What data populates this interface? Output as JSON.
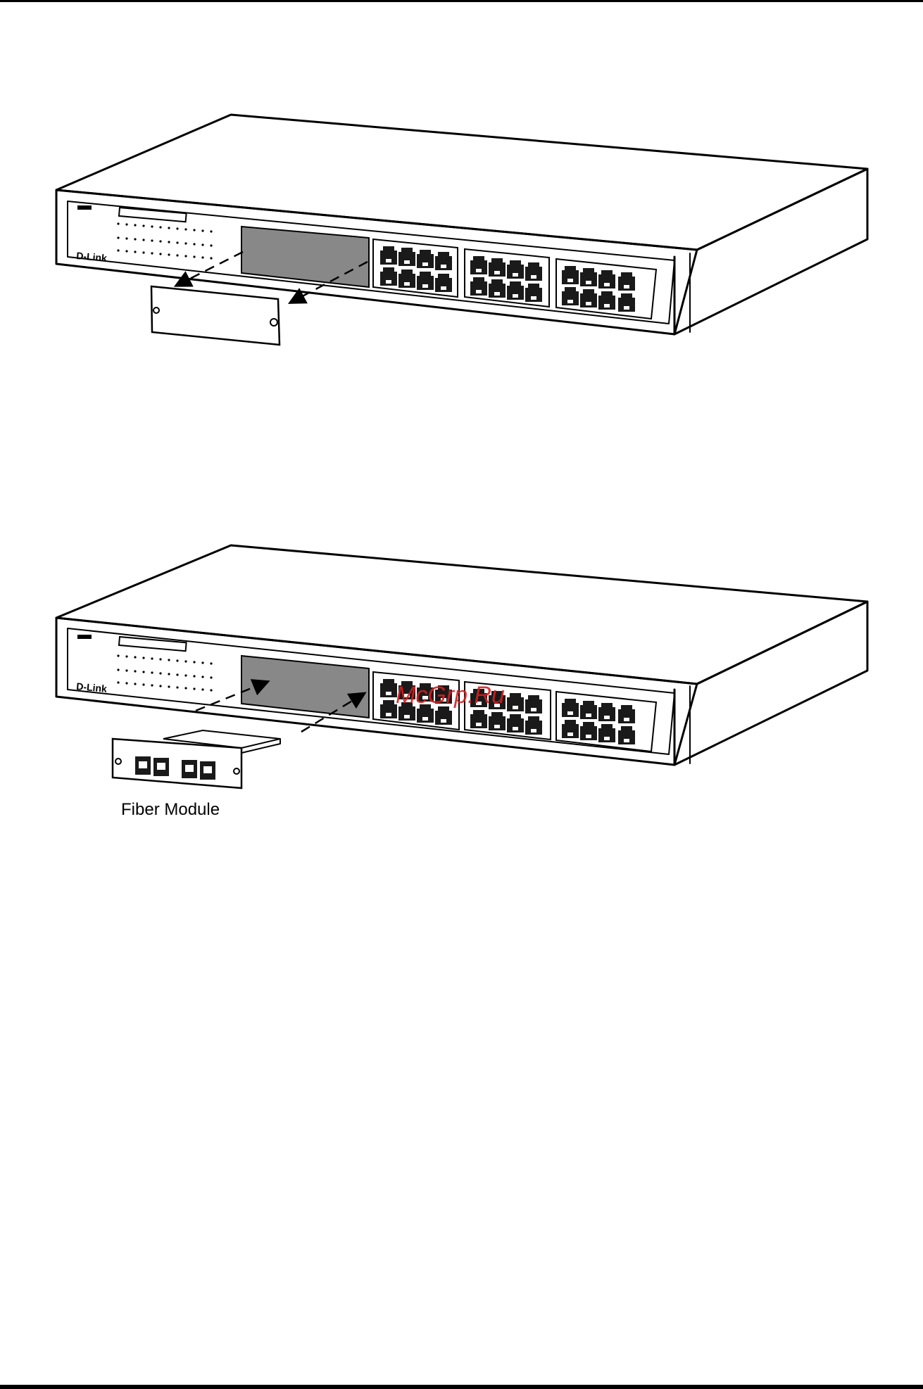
{
  "figure_1": {
    "brand_label": "D-Link",
    "slot_shade": "#888888"
  },
  "figure_2": {
    "brand_label": "D-Link",
    "slot_shade": "#888888",
    "module_label": "Fiber Module"
  },
  "watermark": {
    "text": "McGrp.Ru",
    "color": "#d42020"
  },
  "icons": [
    "arrow-out-icon",
    "arrow-in-icon",
    "rj45-port-icon",
    "fiber-port-icon",
    "screw-icon"
  ]
}
